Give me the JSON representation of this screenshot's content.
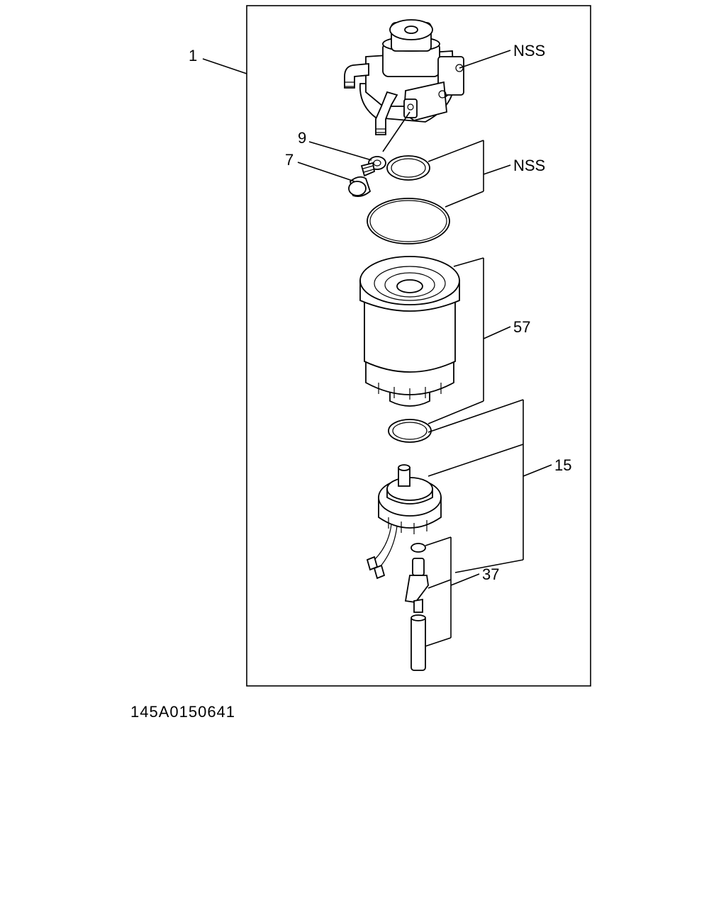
{
  "figure": {
    "code": "145A0150641",
    "callouts": {
      "assembly": "1",
      "head_plug_threads": "NSS",
      "seal_rings": "NSS",
      "washer": "9",
      "bleed_plug": "7",
      "filter_element": "57",
      "sensor_assembly": "15",
      "drain_parts": "37"
    }
  }
}
